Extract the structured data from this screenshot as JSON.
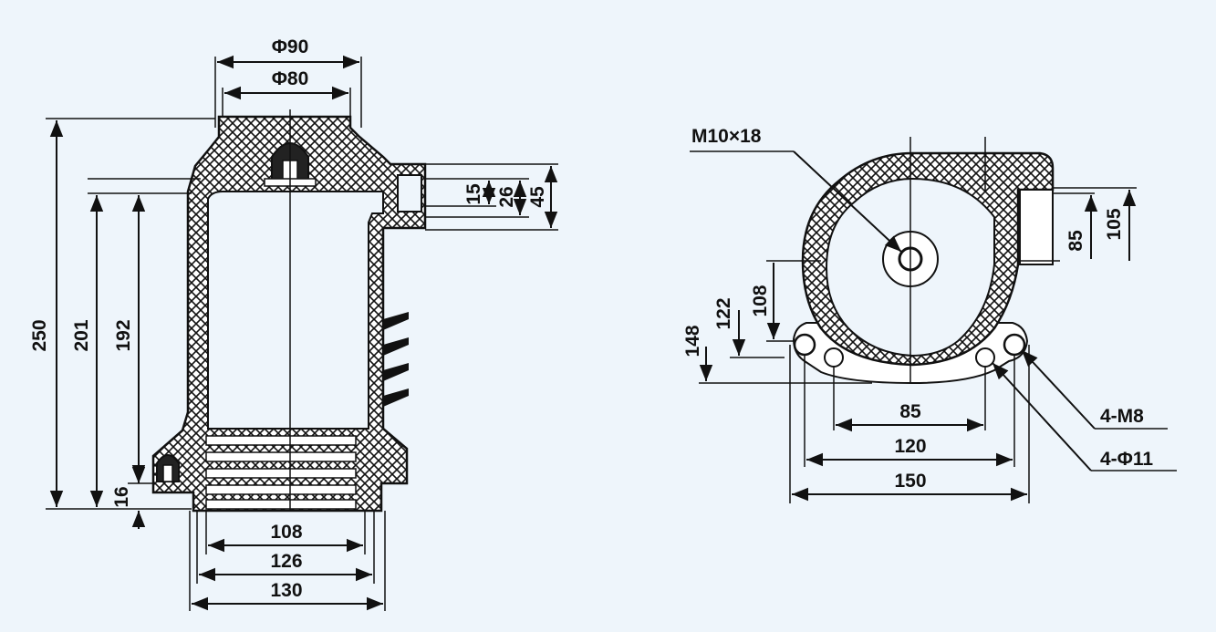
{
  "side_view": {
    "top_outer_dia": "Φ90",
    "top_inner_dia": "Φ80",
    "height_total": "250",
    "height_201": "201",
    "height_192": "192",
    "bottom_16": "16",
    "side_15": "15",
    "side_26": "26",
    "side_45": "45",
    "bottom_108": "108",
    "bottom_126": "126",
    "bottom_130": "130"
  },
  "top_view": {
    "thread": "M10×18",
    "dim_85_vert": "85",
    "dim_105": "105",
    "dim_108": "108",
    "dim_122": "122",
    "dim_148": "148",
    "dim_85_horiz": "85",
    "dim_120": "120",
    "dim_150": "150",
    "holes_m8": "4-M8",
    "holes_phi11": "4-Φ11"
  },
  "colors": {
    "background": "#eef5fb",
    "ink": "#111111"
  }
}
